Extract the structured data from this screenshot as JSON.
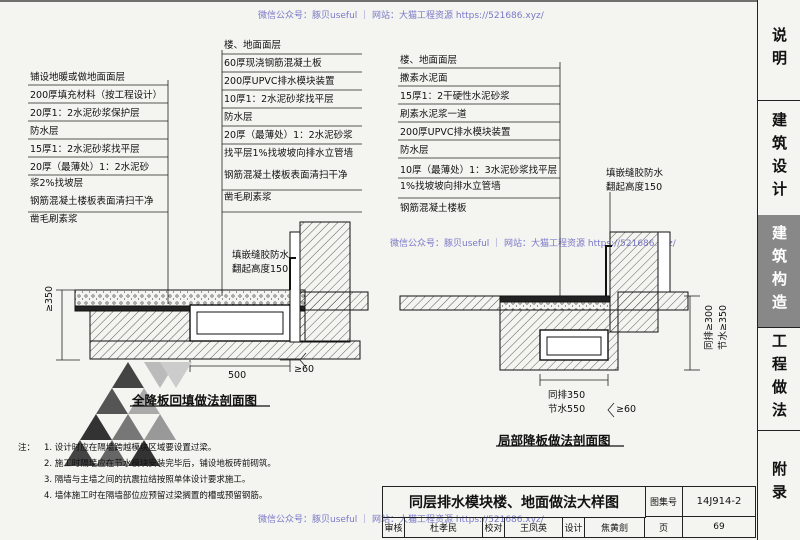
{
  "watermark": {
    "top": "微信公众号：豚贝useful ｜ 网站：大猫工程资源 https://521686.xyz/",
    "mid": "微信公众号：豚贝useful ｜ 网站：大猫工程资源 https://521686.xyz/",
    "bottom": "微信公众号：豚贝useful ｜ 网站：大猫工程资源 https://521686.xyz/"
  },
  "sidebar": {
    "items": [
      "说明",
      "建筑设计",
      "建筑构造",
      "工程做法",
      "附录"
    ]
  },
  "left_detail": {
    "layers_a": [
      "铺设地暖或做地面面层",
      "200厚填充材料（按工程设计）",
      "20厚1：2水泥砂浆保护层",
      "防水层",
      "15厚1：2水泥砂浆找平层",
      "20厚（最薄处）1：2水泥砂",
      "浆2%找坡层",
      "钢筋混凝土楼板表面清扫干净",
      "凿毛刷素浆"
    ],
    "layers_b": [
      "楼、地面面层",
      "60厚现浇钢筋混凝土板",
      "200厚UPVC排水模块装置",
      "10厚1：2水泥砂浆找平层",
      "防水层",
      "20厚（最薄处）1：2水泥砂浆",
      "找平层1%找坡坡向排水立管墙",
      "钢筋混凝土楼板表面清扫干净",
      "凿毛刷素浆"
    ],
    "note_flashing": [
      "填嵌缝胶防水",
      "翻起高度150"
    ],
    "dim_height": "≥350",
    "dim_width": "500",
    "dim_wall": "≥60",
    "caption": "全降板回填做法剖面图"
  },
  "right_detail": {
    "layers": [
      "楼、地面面层",
      "撒素水泥面",
      "15厚1：2干硬性水泥砂浆",
      "刷素水泥浆一道",
      "200厚UPVC排水模块装置",
      "防水层",
      "10厚（最薄处）1：3水泥砂浆找平层",
      "1%找坡坡向排水立管墙",
      "钢筋混凝土楼板"
    ],
    "note_flashing": [
      "填嵌缝胶防水",
      "翻起高度150"
    ],
    "dim_vertical": [
      "同排≥300",
      "节水≥350"
    ],
    "dim_bottom": [
      "同排350",
      "节水550"
    ],
    "dim_wall": "≥60",
    "caption": "局部降板做法剖面图"
  },
  "notes": {
    "label": "注：",
    "items": [
      "1. 设计时应在隔墙跨越模块区域要设置过梁。",
      "2. 施工时隔墙应在节水模块安装完毕后，铺设地板砖前砌筑。",
      "3. 隔墙与主墙之间的抗震拉结按照单体设计要求施工。",
      "4. 墙体施工时在隔墙部位应预留过梁搁置的槽或预留钢筋。"
    ]
  },
  "title_block": {
    "title": "同层排水模块楼、地面做法大样图",
    "atlas_label": "图集号",
    "atlas_no": "14J914-2",
    "review_label": "审核",
    "reviewer": "杜孝民",
    "check_label": "校对",
    "checker": "王凤英",
    "design_label": "设计",
    "designer": "焦黄劍",
    "page_label": "页",
    "page_no": "69"
  }
}
